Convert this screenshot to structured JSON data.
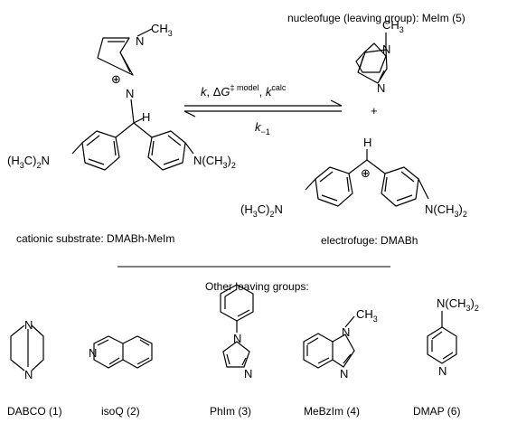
{
  "header": {
    "nucleofuge_label": "nucleofuge (leaving group): MeIm (5)"
  },
  "reaction": {
    "forward_k": "k",
    "forward_sep1": ", Δ",
    "forward_G": "G",
    "forward_model": "‡ model",
    "forward_sep2": ", ",
    "forward_kcalc": "k",
    "forward_calc": "calc",
    "reverse_k": "k",
    "reverse_sub": "−1",
    "plus": "+"
  },
  "atoms": {
    "N": "N",
    "H": "H",
    "CH3_C": "CH",
    "CH3_3": "3",
    "plus_charge": "⊕",
    "NMe2_L_pre": "(H",
    "NMe2_L_3": "3",
    "NMe2_L_post": "C)",
    "NMe2_L_2": "2",
    "NMe2_L_N": "N",
    "NMe2_R_N": "N(CH",
    "NMe2_R_3": "3",
    "NMe2_R_close": ")",
    "NMe2_R_2": "2"
  },
  "captions": {
    "substrate": "cationic substrate: DMABh-MeIm",
    "electrofuge": "electrofuge: DMABh"
  },
  "other_groups": {
    "title": "Other leaving groups:",
    "items": [
      {
        "name": "DABCO (1)"
      },
      {
        "name": "isoQ (2)"
      },
      {
        "name": "PhIm (3)"
      },
      {
        "name": "MeBzIm (4)"
      },
      {
        "name": "DMAP (6)"
      }
    ]
  }
}
